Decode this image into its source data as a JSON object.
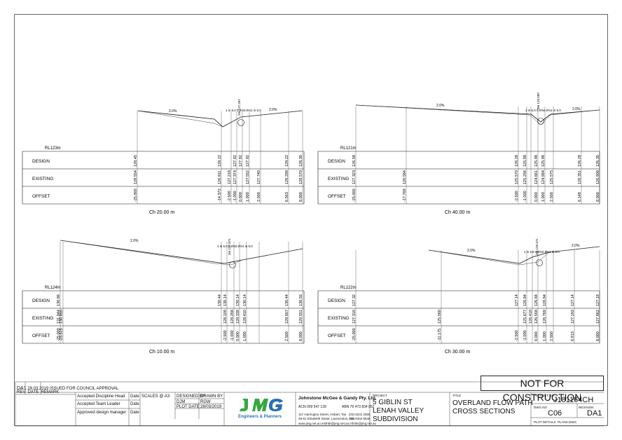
{
  "sections": [
    {
      "id": "ch20",
      "datum": "RL123m",
      "chainage": "Ch 20.00 m",
      "design": [
        "128.45",
        "128.22",
        "127.92",
        "127.92",
        "127.92",
        "128.22",
        "128.30"
      ],
      "existing": [
        "128.554",
        "126.811",
        "127.218",
        "127.374",
        "127.552",
        "127.740",
        "128.298",
        "128.570"
      ],
      "offset": [
        "-25.000",
        "-14.372",
        "-2.500",
        "-1.000",
        "0.000",
        "1.000",
        "2.500",
        "6.563",
        "8.000"
      ],
      "grades": [
        "2.0%",
        "2.0%"
      ],
      "marker": "2m 127.267"
    },
    {
      "id": "ch40",
      "datum": "RL121m",
      "chainage": "Ch 40.00 m",
      "design": [
        "126.58",
        "126.28",
        "125.98",
        "125.98",
        "125.98",
        "126.28",
        "126.35"
      ],
      "existing": [
        "127.323",
        "126.584",
        "125.570",
        "125.256",
        "124.661",
        "124.984",
        "125.575",
        "126.351",
        "126.908"
      ],
      "offset": [
        "-25.000",
        "-17.769",
        "-2.500",
        "-1.000",
        "0.000",
        "1.000",
        "2.500",
        "6.148",
        "8.000"
      ],
      "grades": [
        "2.0%",
        "2.0%"
      ],
      "marker": "2m 125.589"
    },
    {
      "id": "ch10",
      "datum": "RL124m",
      "chainage": "Ch 10.00 m",
      "design": [
        "130.86",
        "130.44",
        "130.14",
        "130.14",
        "130.14",
        "130.44",
        "130.55"
      ],
      "existing": [
        "131.044",
        "130.855",
        "128.109",
        "128.268",
        "128.339",
        "128.410",
        "128.657",
        "129.551"
      ],
      "offset": [
        "-25.000",
        "-23.515",
        "-2.500",
        "-1.000",
        "0.000",
        "1.000",
        "2.500",
        "8.000"
      ],
      "grades": [
        "2.0%"
      ],
      "marker": "2m 127.871"
    },
    {
      "id": "ch30",
      "datum": "RL122m",
      "chainage": "Ch 30.00 m",
      "design": [
        "127.32",
        "127.14",
        "126.84",
        "126.84",
        "126.84",
        "127.14",
        "127.19"
      ],
      "existing": [
        "127.316",
        "125.560",
        "125.677",
        "126.418",
        "126.558",
        "126.769",
        "127.192",
        "127.862"
      ],
      "offset": [
        "-25.000",
        "-11.175",
        "-2.500",
        "-1.000",
        "0.000",
        "1.000",
        "2.500",
        "6.913",
        "8.000"
      ],
      "grades": [
        "2.0%",
        "2.0%"
      ],
      "marker": "2m 126.471"
    }
  ],
  "row_labels": {
    "design": "DESIGN",
    "existing": "EXISTING",
    "offset": "OFFSET"
  },
  "road": {
    "left": "1 in 5.0",
    "mid": "0.0%",
    "right": "1 in 5.0",
    "mid2": "0.0%"
  },
  "stamp": "NOT FOR CONSTRUCTION",
  "revision": {
    "rev": "DA1",
    "date": "28.03.2019",
    "remark": "ISSUED FOR COUNCIL APPROVAL",
    "hdr_rev": "REV",
    "hdr_date": "DATE",
    "hdr_remark": "REMARK"
  },
  "approvals": {
    "discipline_head": "Accepted   Discipline Head",
    "team_leader": "Accepted   Team Leader",
    "design_manager": "Approved   design manager",
    "date": "Date"
  },
  "titleblock": {
    "scales": "SCALES @ A3",
    "designed_by": "DESIGNED BY",
    "designer": "DJM",
    "drawn_by": "DRAWN BY",
    "drafter": "RGW",
    "plot_date_label": "PLOT DATE",
    "plot_date": "28/03/2019",
    "company": "Johnstone McGee & Gandy Pty. Ltd.",
    "acn": "ACN 009 547 139",
    "abn": "ABN 76 473 834 852",
    "addr1": "117 Harrington Street, Hobart, Tas",
    "addr1_ph": "(03) 6231 2555",
    "addr2": "49-51 Elizabeth Street, Launceston, Tas",
    "addr2_ph": "(03) 6334 5548",
    "web": "www.jmg.net.au   infohbt@jmg.net.au   infoltn@jmg.net.au",
    "logo_sub": "Engineers & Planners",
    "project_label": "PROJECT",
    "project": [
      "5 GIBLIN ST",
      "LENAH VALLEY",
      "SUBDIVISION"
    ],
    "title_label": "TITLE",
    "title": [
      "OVERLAND FLOW PATH",
      "CROSS SECTIONS"
    ],
    "project_no_label": "PROJECT NO",
    "project_no": "J181164CH",
    "dwg_no_label": "DWG NO",
    "dwg_no": "C06",
    "revision_label": "REVISION",
    "revision": "DA1",
    "plot_details": "PLOT DETAILS",
    "plans_dwg": "PLANS.DWG"
  },
  "colors": {
    "line": "#111111",
    "grid": "#444444"
  }
}
